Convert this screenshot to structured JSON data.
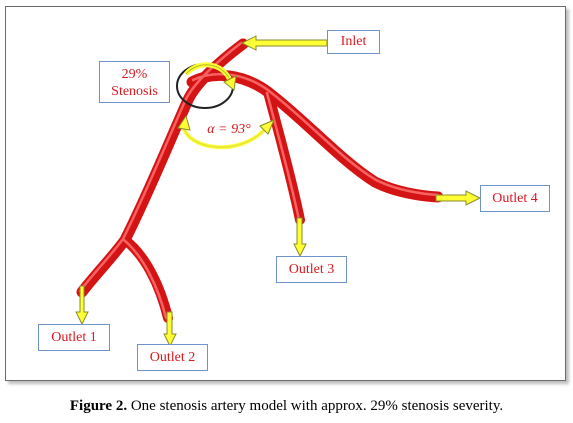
{
  "labels": {
    "inlet": "Inlet",
    "stenosis_line1": "29%",
    "stenosis_line2": "Stenosis",
    "angle": "α = 93°",
    "outlet1": "Outlet 1",
    "outlet2": "Outlet 2",
    "outlet3": "Outlet 3",
    "outlet4": "Outlet 4"
  },
  "caption": {
    "bold": "Figure 2.",
    "text": " One stenosis artery model with approx. 29% stenosis severity."
  },
  "colors": {
    "artery": "#e01e1e",
    "artery_highlight": "#ff6a6a",
    "arrow_fill": "#ffff33",
    "arrow_stroke": "#8a8a2a",
    "label_text": "#d71920",
    "label_border": "#6d93c9"
  }
}
